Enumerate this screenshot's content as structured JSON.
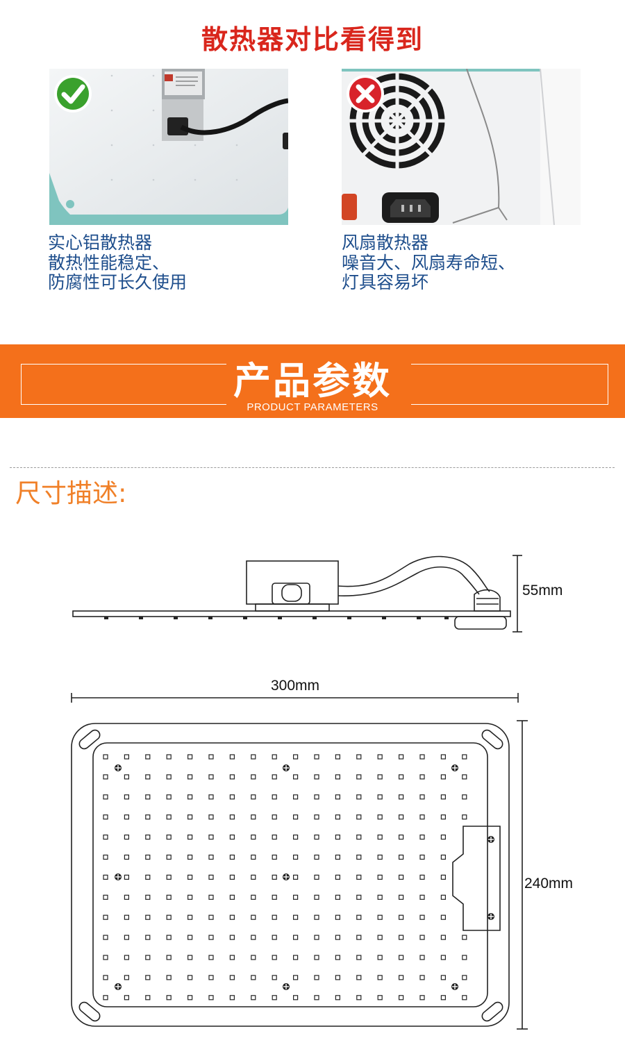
{
  "top": {
    "title": "散热器对比看得到"
  },
  "comparison": {
    "good": {
      "badge_icon": "check-icon",
      "lines": [
        "实心铝散热器",
        "散热性能稳定、",
        "防腐性可长久使用"
      ]
    },
    "bad": {
      "badge_icon": "cross-icon",
      "lines": [
        "风扇散热器",
        "噪音大、风扇寿命短、",
        "灯具容易坏"
      ]
    }
  },
  "banner": {
    "title_cn": "产品参数",
    "title_en": "PRODUCT PARAMETERS",
    "color": "#f4701b"
  },
  "size_section": {
    "label": "尺寸描述:",
    "height": "55mm",
    "width": "300mm",
    "depth": "240mm"
  },
  "colors": {
    "title_red": "#d9261c",
    "desc_blue": "#1e4e8c",
    "label_orange": "#f08028"
  }
}
